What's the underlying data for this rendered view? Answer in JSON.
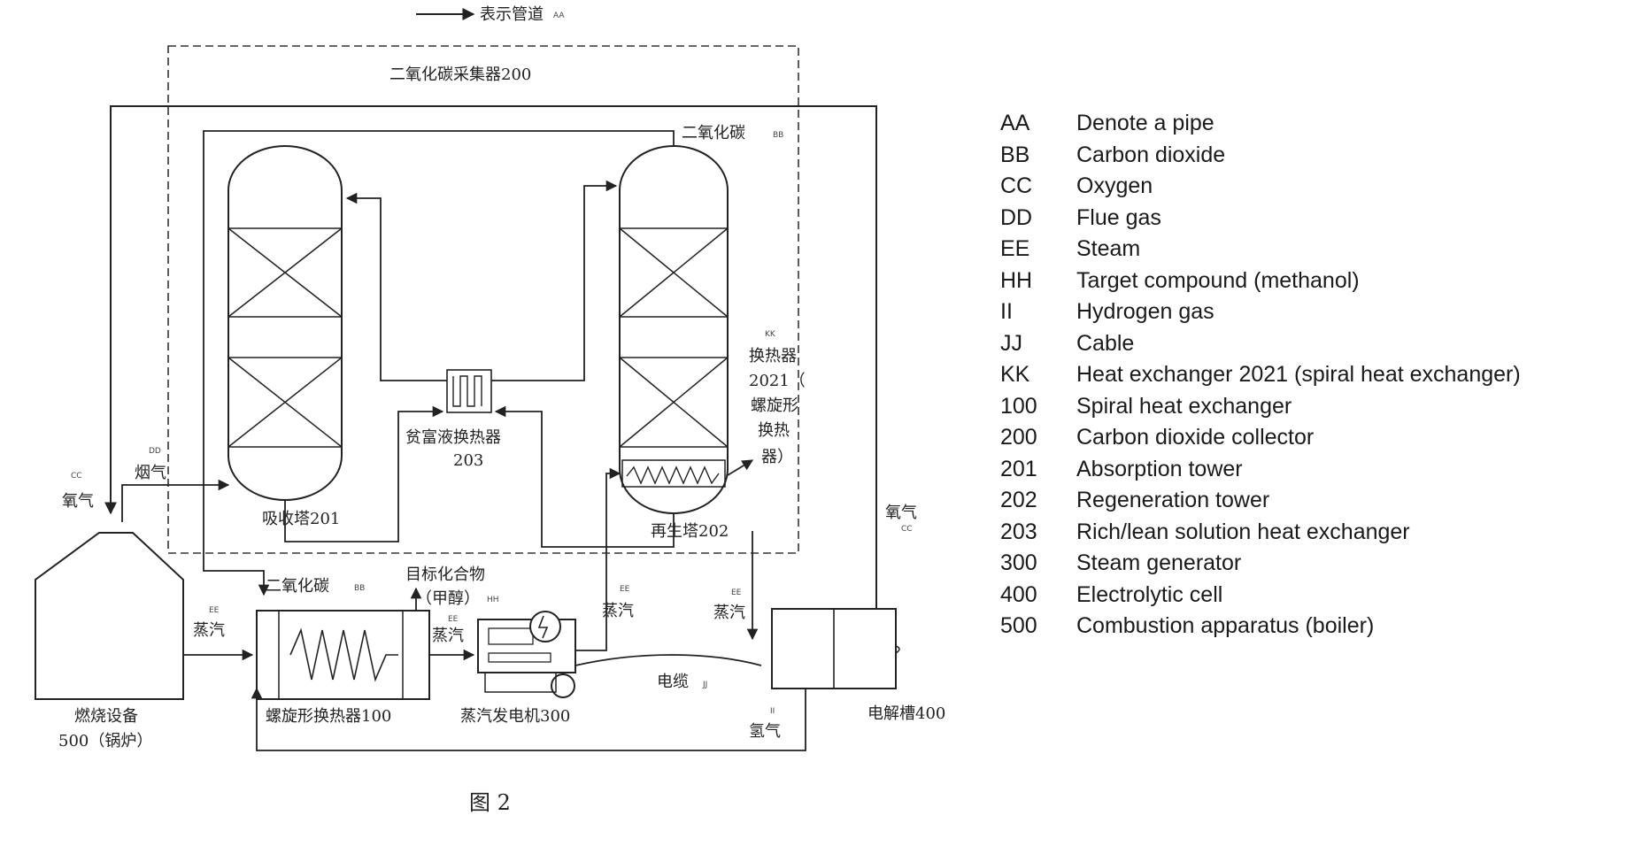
{
  "diagram": {
    "pipe_note": "表示管道",
    "pipe_note_tag": "AA",
    "collector_label": "二氧化碳采集器200",
    "co2_top": "二氧化碳",
    "co2_top_tag": "BB",
    "flue_gas": "烟气",
    "flue_gas_tag": "DD",
    "oxygen_left": "氧气",
    "oxygen_left_tag": "CC",
    "oxygen_right": "氧气",
    "oxygen_right_tag": "CC",
    "absorption_tower": "吸收塔201",
    "regeneration_tower": "再生塔202",
    "rich_lean_hx_line1": "贫富液换热器",
    "rich_lean_hx_line2": "203",
    "hx2021_tag": "KK",
    "hx2021_lines": [
      "换热器",
      "2021（",
      "螺旋形",
      "换热",
      "器）"
    ],
    "co2_mid": "二氧化碳",
    "co2_mid_tag": "BB",
    "target_line1": "目标化合物",
    "target_line2": "（甲醇）",
    "target_tag": "HH",
    "steam_1": "蒸汽",
    "steam_2": "蒸汽",
    "steam_3": "蒸汽",
    "steam_4": "蒸汽",
    "steam_tag": "EE",
    "cable": "电缆",
    "cable_tag": "JJ",
    "hydrogen": "氢气",
    "hydrogen_tag": "II",
    "spiral_hx": "螺旋形换热器100",
    "steam_generator": "蒸汽发电机300",
    "electrolytic_cell": "电解槽400",
    "boiler_line1": "燃烧设备",
    "boiler_line2": "500（锅炉）",
    "figure_caption": "图 2"
  },
  "legend": [
    {
      "code": "AA",
      "desc": "Denote a pipe"
    },
    {
      "code": "BB",
      "desc": "Carbon dioxide"
    },
    {
      "code": "CC",
      "desc": "Oxygen"
    },
    {
      "code": "DD",
      "desc": "Flue gas"
    },
    {
      "code": "EE",
      "desc": "Steam"
    },
    {
      "code": "HH",
      "desc": "Target compound (methanol)"
    },
    {
      "code": "II",
      "desc": "Hydrogen gas"
    },
    {
      "code": "JJ",
      "desc": "Cable"
    },
    {
      "code": "KK",
      "desc": "Heat exchanger 2021 (spiral heat exchanger)"
    },
    {
      "code": "100",
      "desc": "Spiral heat exchanger"
    },
    {
      "code": "200",
      "desc": "Carbon dioxide collector"
    },
    {
      "code": "201",
      "desc": "Absorption tower"
    },
    {
      "code": "202",
      "desc": "Regeneration tower"
    },
    {
      "code": "203",
      "desc": "Rich/lean solution heat exchanger"
    },
    {
      "code": "300",
      "desc": "Steam generator"
    },
    {
      "code": "400",
      "desc": "Electrolytic cell"
    },
    {
      "code": "500",
      "desc": "Combustion apparatus (boiler)"
    }
  ]
}
